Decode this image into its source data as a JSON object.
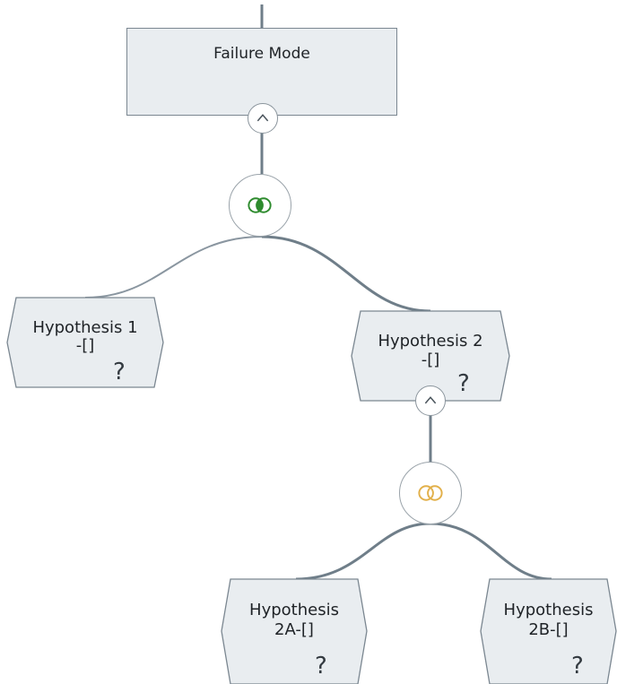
{
  "diagram": {
    "root": {
      "label": "Failure Mode"
    },
    "gates": [
      {
        "type": "and",
        "color": "#2e8b2e"
      },
      {
        "type": "or",
        "color": "#e2b04a"
      }
    ],
    "hypotheses": [
      {
        "line1": "Hypothesis 1",
        "line2": "-[]",
        "status": "?"
      },
      {
        "line1": "Hypothesis 2",
        "line2": "-[]",
        "status": "?"
      },
      {
        "line1": "Hypothesis",
        "line2": "2A-[]",
        "status": "?"
      },
      {
        "line1": "Hypothesis",
        "line2": "2B-[]",
        "status": "?"
      }
    ]
  },
  "colors": {
    "connector": "#6f7e89",
    "node_fill": "#e9edf0",
    "node_border": "#7b8791"
  }
}
